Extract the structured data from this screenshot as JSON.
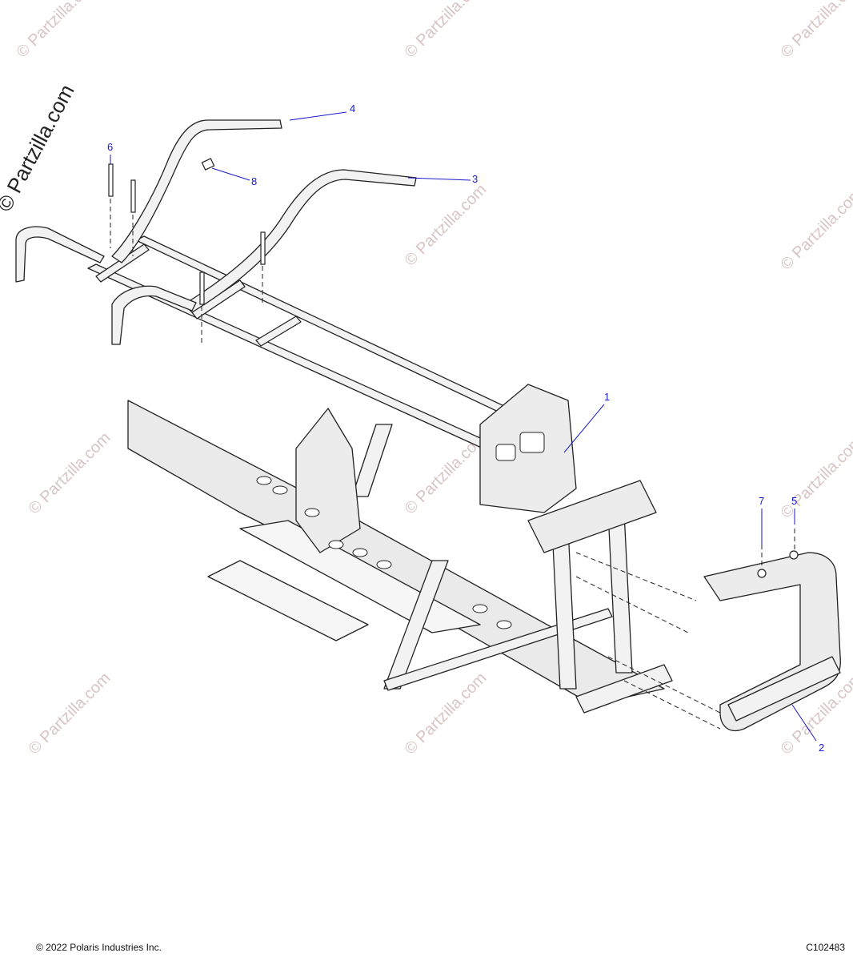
{
  "watermark": {
    "small": "© Partzilla.com",
    "large": "© Partzilla.com"
  },
  "callouts": [
    {
      "id": "1",
      "label": "1"
    },
    {
      "id": "2",
      "label": "2"
    },
    {
      "id": "3",
      "label": "3"
    },
    {
      "id": "4",
      "label": "4"
    },
    {
      "id": "5",
      "label": "5"
    },
    {
      "id": "6",
      "label": "6"
    },
    {
      "id": "7",
      "label": "7"
    },
    {
      "id": "8",
      "label": "8"
    }
  ],
  "footer": {
    "copyright": "© 2022 Polaris Industries Inc.",
    "figure_id": "C102483"
  },
  "colors": {
    "callout": "#1a1acc",
    "line": "#222222",
    "fill": "#f2f2f2",
    "watermark": "#d9c4c4"
  }
}
